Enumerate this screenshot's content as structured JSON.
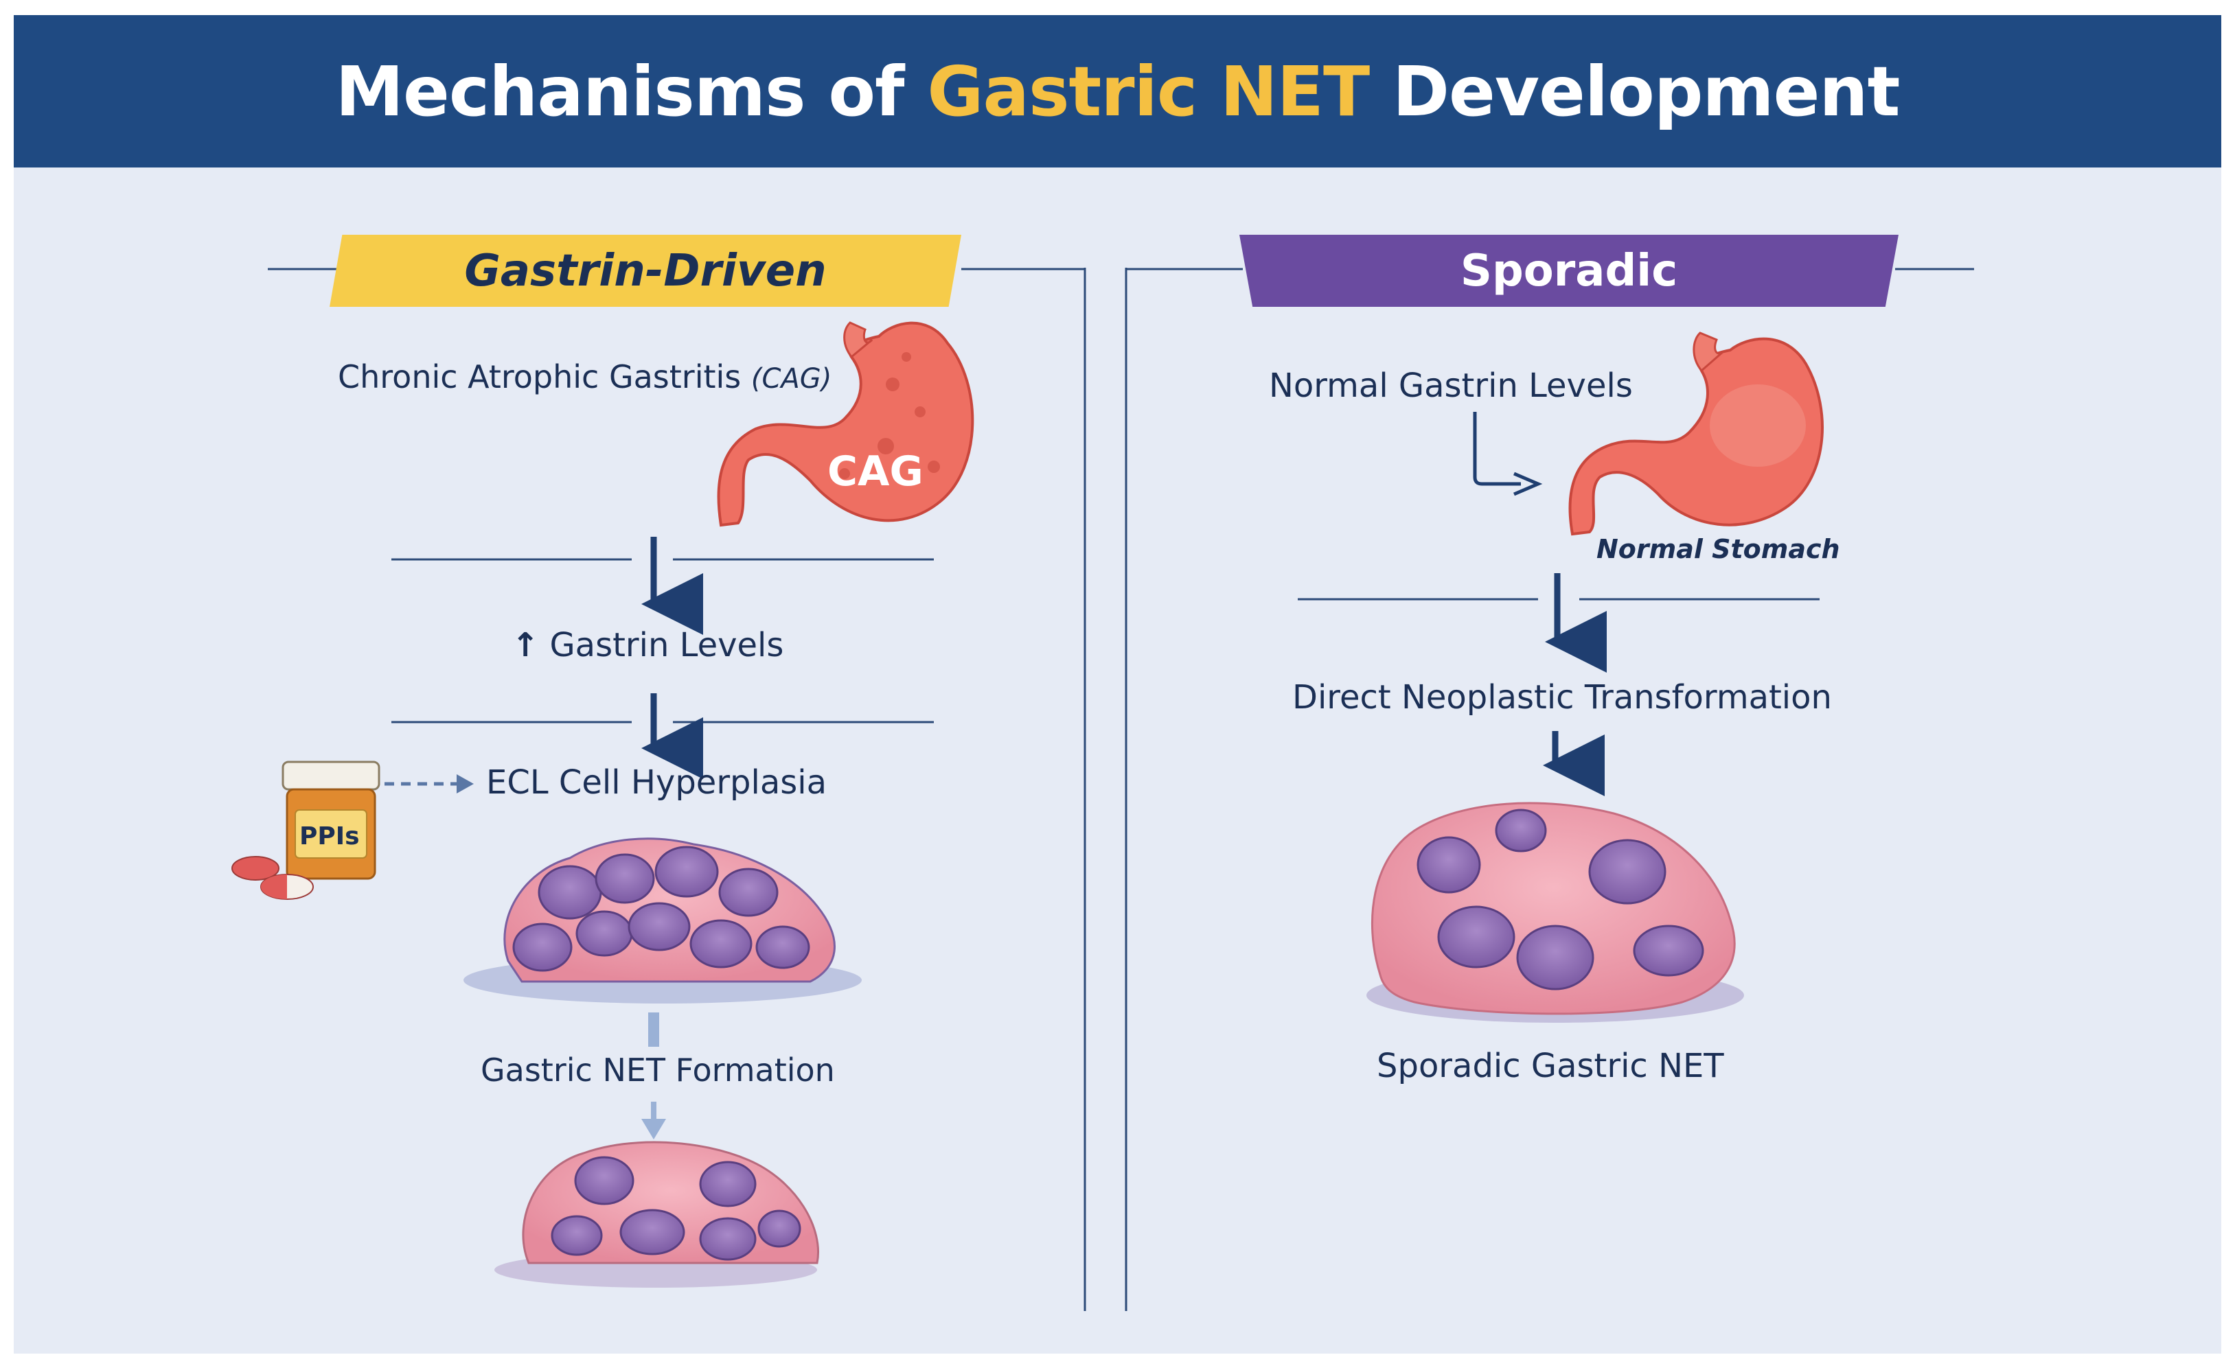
{
  "title": {
    "prefix": "Mechanisms of",
    "highlight": "Gastric NET",
    "suffix": "Development"
  },
  "colors": {
    "header_bg": "#1f4a82",
    "title_accent": "#f5c042",
    "background": "#e6ebf5",
    "gastrin_banner": "#f6cc4a",
    "sporadic_banner": "#6a4ba0",
    "arrow": "#1f3e70",
    "stomach": "#ee6f62",
    "tumor": "#8f6bb0"
  },
  "left": {
    "banner": "Gastrin-Driven",
    "cag_text": "Chronic Atrophic Gastritis",
    "cag_abbr": "(CAG)",
    "stomach_label": "CAG",
    "gastrin_arrow": "↑",
    "gastrin_levels": "Gastrin Levels",
    "ppi_label": "PPIs",
    "ecl": "ECL Cell Hyperplasia",
    "net_formation": "Gastric NET Formation"
  },
  "right": {
    "banner": "Sporadic",
    "normal_gastrin": "Normal Gastrin Levels",
    "normal_stomach": "Normal Stomach",
    "transformation": "Direct Neoplastic Transformation",
    "sporadic_net": "Sporadic Gastric NET"
  }
}
